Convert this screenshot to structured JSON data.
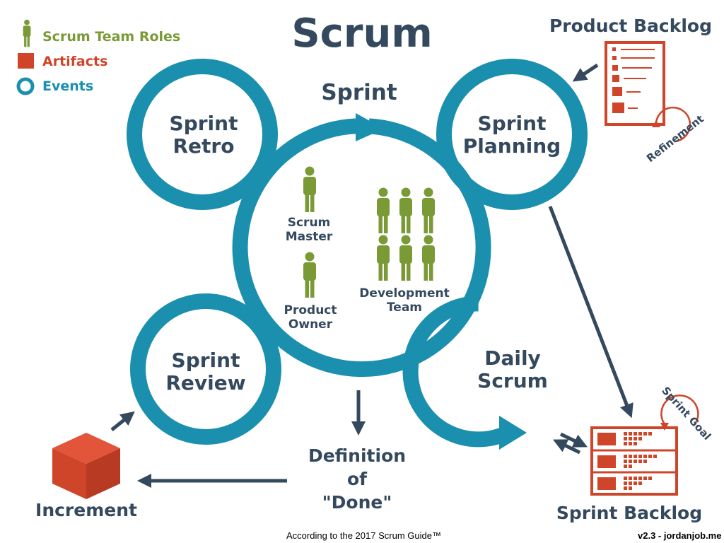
{
  "title": "Scrum",
  "legend": {
    "roles": "Scrum Team Roles",
    "artifacts": "Artifacts",
    "events": "Events"
  },
  "colors": {
    "teal": "#1b8fae",
    "green": "#7a9a36",
    "red": "#cf4529",
    "navy": "#34495e"
  },
  "sprint": {
    "label": "Sprint"
  },
  "events": {
    "retro": [
      "Sprint",
      "Retro"
    ],
    "planning": [
      "Sprint",
      "Planning"
    ],
    "review": [
      "Sprint",
      "Review"
    ],
    "daily": [
      "Daily",
      "Scrum"
    ]
  },
  "roles": {
    "scrum_master": [
      "Scrum",
      "Master"
    ],
    "product_owner": [
      "Product",
      "Owner"
    ],
    "dev_team": [
      "Development",
      "Team"
    ]
  },
  "artifacts": {
    "product_backlog": "Product Backlog",
    "sprint_backlog": "Sprint Backlog",
    "increment": "Increment",
    "refinement": "Refinement",
    "sprint_goal": "Sprint Goal"
  },
  "dod": [
    "Definition",
    "of",
    "\"Done\""
  ],
  "footer": {
    "source": "According to the 2017 Scrum Guide™",
    "version": "v2.3 -  jordanjob.me"
  }
}
